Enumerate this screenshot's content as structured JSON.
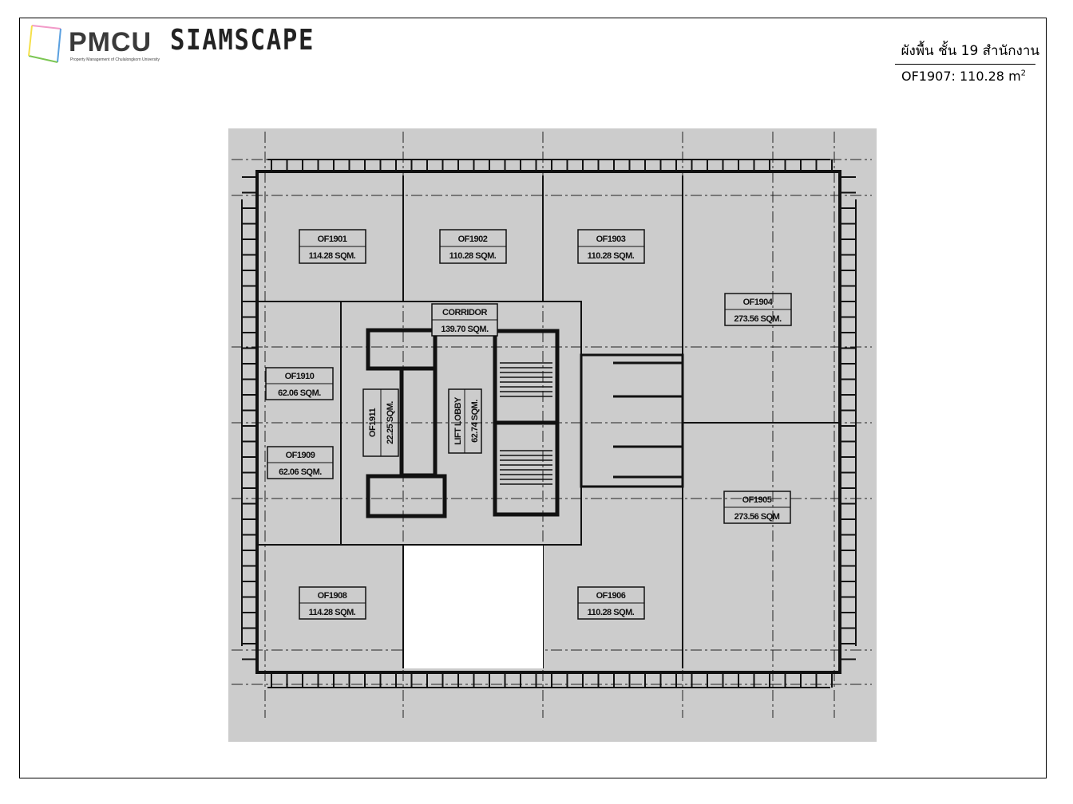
{
  "header": {
    "logo_text": "PMCU",
    "logo_subtitle": "Property Management of Chulalongkorn University",
    "brand": "SIAMSCAPE",
    "title": "ผังพื้น ชั้น 19 สำนักงาน",
    "unit_label": "OF1907: 110.28 m",
    "unit_sup": "2"
  },
  "colors": {
    "plan_bg": "#cccccc",
    "highlight": "#ffffff",
    "line": "#111111"
  },
  "rooms": {
    "of1901": {
      "name": "OF1901",
      "area": "114.28 SQM."
    },
    "of1902": {
      "name": "OF1902",
      "area": "110.28 SQM."
    },
    "of1903": {
      "name": "OF1903",
      "area": "110.28 SQM."
    },
    "of1904": {
      "name": "OF1904",
      "area": "273.56 SQM."
    },
    "of1905": {
      "name": "OF1905",
      "area": "273.56 SQM"
    },
    "of1906": {
      "name": "OF1906",
      "area": "110.28 SQM."
    },
    "of1908": {
      "name": "OF1908",
      "area": "114.28 SQM."
    },
    "of1909": {
      "name": "OF1909",
      "area": "62.06 SQM."
    },
    "of1910": {
      "name": "OF1910",
      "area": "62.06 SQM."
    },
    "of1911": {
      "name": "OF1911",
      "area": "22.25 SQM."
    },
    "corridor": {
      "name": "CORRIDOR",
      "area": "139.70 SQM."
    },
    "lobby": {
      "name": "LIFT LOBBY",
      "area": "62.74 SQM."
    }
  },
  "highlighted_unit": "OF1907"
}
